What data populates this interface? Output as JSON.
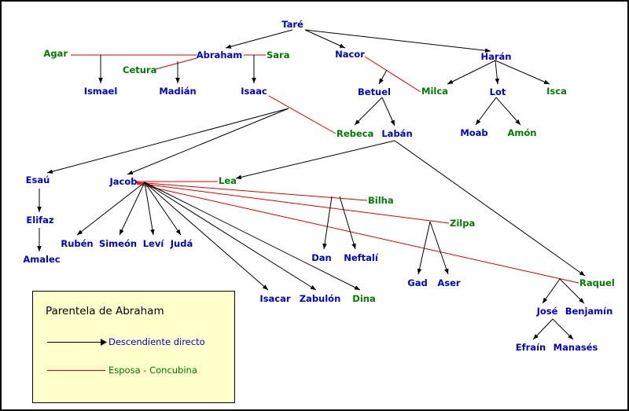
{
  "colors": {
    "descent_line": "#000000",
    "spouse_line": "#dd0000",
    "man": "#0000cc",
    "woman": "#007a00",
    "legend_bg": "#ffffcc"
  },
  "persons": {
    "tare": "Taré",
    "abraham": "Abraham",
    "sara": "Sara",
    "agar": "Agar",
    "cetura": "Cetura",
    "nacor": "Nacor",
    "haran": "Harán",
    "ismael": "Ismael",
    "madian": "Madián",
    "isaac": "Isaac",
    "betuel": "Betuel",
    "milca": "Milca",
    "lot": "Lot",
    "isca": "Isca",
    "rebeca": "Rebeca",
    "laban": "Labán",
    "moab": "Moab",
    "amon": "Amón",
    "esau": "Esaú",
    "jacob": "Jacob",
    "lea": "Lea",
    "bilha": "Bilha",
    "zilpa": "Zilpa",
    "raquel": "Raquel",
    "elifaz": "Elifaz",
    "amalec": "Amalec",
    "ruben": "Rubén",
    "simeon": "Simeón",
    "levi": "Leví",
    "juda": "Judá",
    "dan": "Dan",
    "neftali": "Neftalí",
    "isacar": "Isacar",
    "zabulon": "Zabulón",
    "dina": "Dina",
    "gad": "Gad",
    "aser": "Aser",
    "jose": "José",
    "benjamin": "Benjamín",
    "efrain": "Efraín",
    "manases": "Manasés"
  },
  "legend": {
    "title": "Parentela de Abraham",
    "descent_label": "Descendiente directo",
    "spouse_label": "Esposa - Concubina"
  }
}
